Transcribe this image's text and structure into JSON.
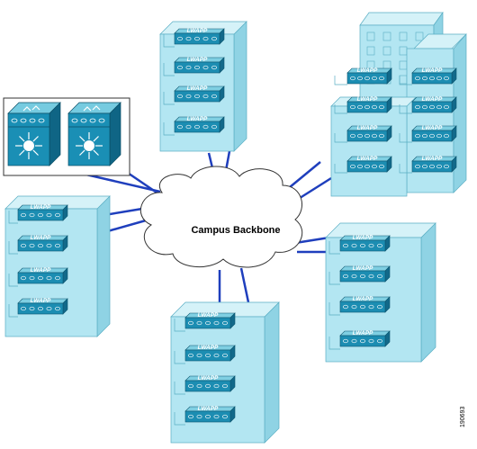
{
  "diagram": {
    "cloud": {
      "label": "Campus Backbone",
      "shape": "cloud"
    },
    "figure_id": "190693",
    "ap_label": "LWAPP",
    "colors": {
      "building_front": "#b3e6f2",
      "building_side": "#8fd3e4",
      "building_top": "#d5f2f8",
      "building_outline": "#5aaec4",
      "ap_top": "#7fcfe2",
      "ap_front": "#1c8db2",
      "ap_side": "#12698a",
      "link": "#1f3fbd",
      "switch_front": "#1a8fb5",
      "switch_top": "#76cbe0",
      "switch_side": "#0f6585"
    },
    "nodes": [
      {
        "name": "switch-pair",
        "kind": "switch-block",
        "switch_count": 2
      },
      {
        "name": "building-top-center",
        "kind": "building",
        "access_points": 4
      },
      {
        "name": "building-top-right",
        "kind": "building-complex",
        "access_points": 8
      },
      {
        "name": "building-left",
        "kind": "building",
        "access_points": 4
      },
      {
        "name": "building-right",
        "kind": "building",
        "access_points": 4
      },
      {
        "name": "building-bottom",
        "kind": "building",
        "access_points": 4
      }
    ]
  }
}
